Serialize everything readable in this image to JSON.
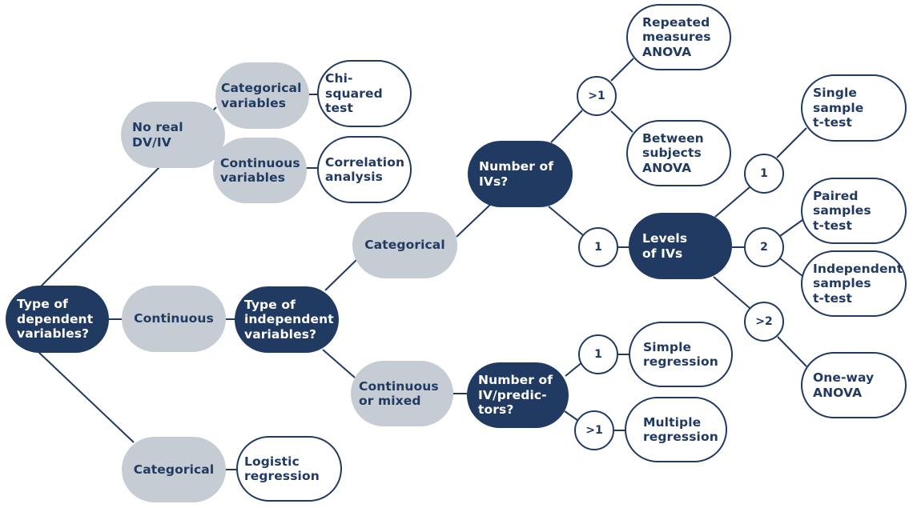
{
  "diagram": {
    "colors": {
      "question": "#213a62",
      "category": "#c5ccd3",
      "result_border": "#213a62",
      "line": "#213a62",
      "text_dark": "#213a62",
      "text_light": "#ffffff"
    },
    "nodes": {
      "root": "Type of\ndependent\nvariables?",
      "no_real": "No real\nDV/IV",
      "categorical_variables": "Categorical\nvariables",
      "continuous_variables": "Continuous\nvariables",
      "chi_squared": "Chi-squared\ntest",
      "correlation": "Correlation\nanalysis",
      "continuous": "Continuous",
      "categorical_dv": "Categorical",
      "logistic": "Logistic\nregression",
      "type_iv": "Type of\nindependent\nvariables?",
      "categorical_iv": "Categorical",
      "continuous_mixed": "Continuous\nor mixed",
      "number_ivs": "Number of\nIVs?",
      "levels_ivs": "Levels\nof IVs",
      "number_predictors": "Number of\nIV/predic-\ntors?",
      "repeated_measures": "Repeated\nmeasures\nANOVA",
      "between_subjects": "Between\nsubjects\n ANOVA",
      "single_sample": "Single\nsample\nt-test",
      "paired_samples": "Paired\nsamples\nt-test",
      "independent_samples": "Independent\nsamples\nt-test",
      "one_way": "One-way\nANOVA",
      "simple_regression": "Simple\nregression",
      "multiple_regression": "Multiple\nregression"
    },
    "branches": {
      "ivs_gt1": ">1",
      "ivs_1": "1",
      "levels_1": "1",
      "levels_2": "2",
      "levels_gt2": ">2",
      "pred_1": "1",
      "pred_gt1": ">1"
    }
  }
}
